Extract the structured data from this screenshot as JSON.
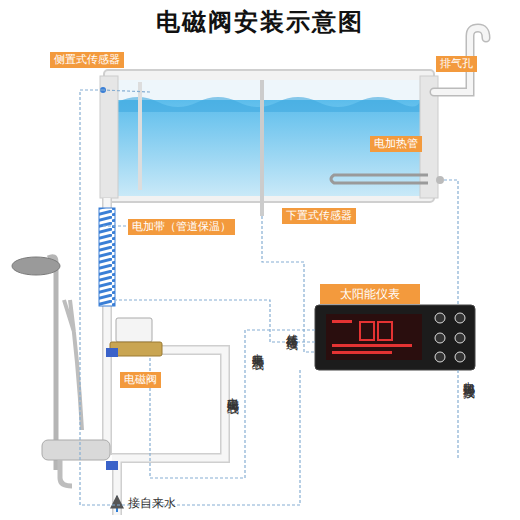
{
  "diagram": {
    "title": "电磁阀安装示意图",
    "nodes": [
      {
        "text": [
          "侧置式传感器"
        ]
      },
      {
        "text": [
          "排气孔"
        ]
      },
      {
        "text": [
          "电加热管"
        ]
      },
      {
        "text": [
          "下置式传感器"
        ]
      },
      {
        "text": [
          "电加带（管道保温）"
        ]
      },
      {
        "text": [
          "太阳能仪表"
        ]
      },
      {
        "text": [
          "电磁阀"
        ]
      }
    ],
    "labels": [
      "电磁阀二芯线",
      "电热带二芯线",
      "传感器信号线",
      "电加热管接线",
      "接自来水"
    ]
  }
}
